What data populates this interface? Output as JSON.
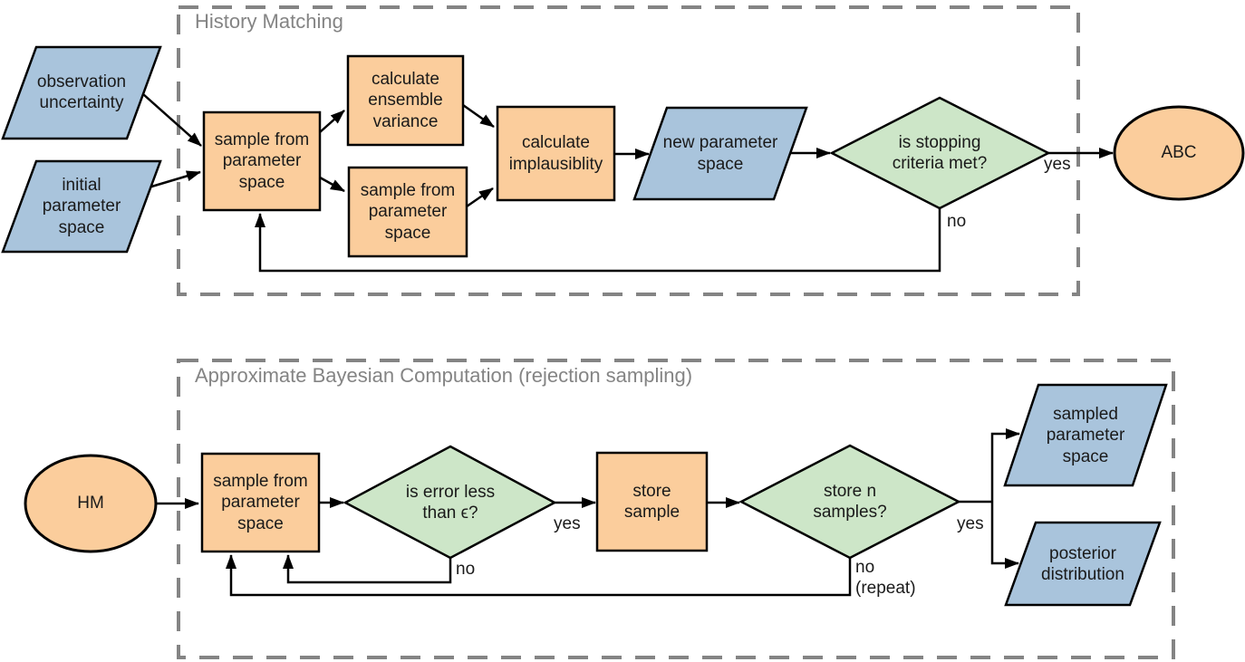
{
  "colors": {
    "process_fill": "#fbcd9c",
    "io_fill": "#a9c4dc",
    "decision_fill": "#cde6c8",
    "terminal_fill": "#fbcd9c",
    "line": "#000000",
    "frame": "#848484"
  },
  "frames": {
    "history_matching": {
      "title": "History Matching"
    },
    "abc": {
      "title": "Approximate Bayesian Computation (rejection sampling)"
    }
  },
  "nodes": {
    "observation_uncertainty": "observation\nuncertainty",
    "initial_parameter_space": "initial\nparameter\nspace",
    "hm_sample_from_parameter_space": "sample from\nparameter\nspace",
    "calculate_ensemble_variance": "calculate\nensemble\nvariance",
    "hm_sample_from_parameter_space_2": "sample from\nparameter\nspace",
    "calculate_implausiblity": "calculate\nimplausiblity",
    "new_parameter_space": "new parameter\nspace",
    "is_stopping_criteria_met": "is stopping\ncriteria met?",
    "abc_terminal": "ABC",
    "hm_terminal": "HM",
    "abc_sample_from_parameter_space": "sample from\nparameter\nspace",
    "is_error_less_than_epsilon": "is error less\nthan ϵ?",
    "store_sample": "store\nsample",
    "store_n_samples": "store n\nsamples?",
    "sampled_parameter_space": "sampled\nparameter\nspace",
    "posterior_distribution": "posterior\ndistribution"
  },
  "edge_labels": {
    "stopping_yes": "yes",
    "stopping_no": "no",
    "error_yes": "yes",
    "error_no": "no",
    "store_n_yes": "yes",
    "store_n_no": "no\n(repeat)"
  }
}
